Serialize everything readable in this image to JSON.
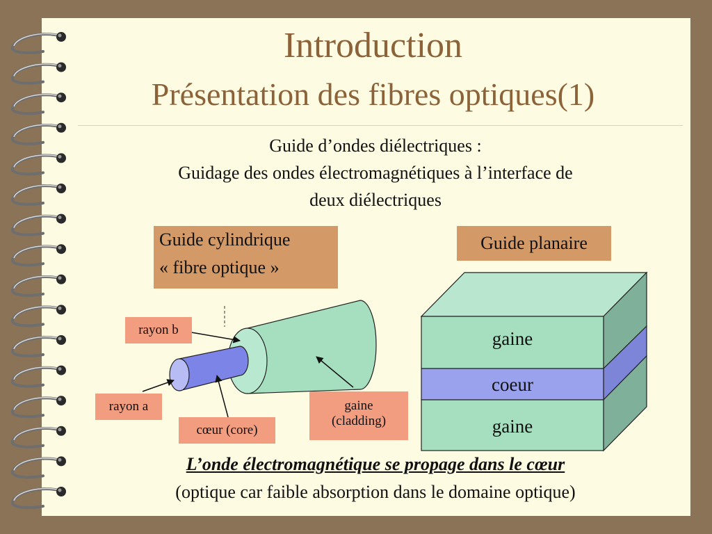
{
  "header": {
    "title": "Introduction",
    "subtitle": "Présentation des fibres optiques(1)"
  },
  "intro": {
    "line1": "Guide d’ondes diélectriques :",
    "line2": "Guidage des ondes électromagnétiques à l’interface  de",
    "line3": "deux diélectriques"
  },
  "cylindrical": {
    "box_line1": "Guide cylindrique",
    "box_line2": "« fibre optique »",
    "labels": {
      "rayon_b": "rayon b",
      "rayon_a": "rayon a",
      "core": "cœur (core)",
      "cladding_line1": "gaine",
      "cladding_line2": "(cladding)"
    }
  },
  "planar": {
    "box": "Guide planaire",
    "layers": [
      "gaine",
      "coeur",
      "gaine"
    ]
  },
  "conclusion": {
    "strong": "L’onde électromagnétique se propage dans le cœur",
    "line2": "(optique car faible absorption dans le domaine optique)"
  },
  "colors": {
    "background": "#8b7357",
    "paper": "#fdfbe1",
    "title": "#8c6239",
    "box": "#d39a67",
    "label": "#f29c80",
    "cladding": "#a6dfbf",
    "core": "#9aa2ee"
  }
}
